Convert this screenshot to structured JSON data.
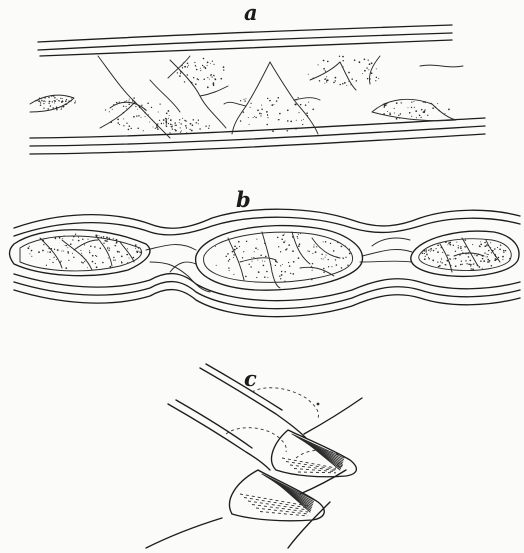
{
  "figure": {
    "panels": [
      {
        "id": "a",
        "label": "a"
      },
      {
        "id": "b",
        "label": "b"
      },
      {
        "id": "c",
        "label": "c"
      }
    ]
  },
  "colors": {
    "ink": "#1d1d1d",
    "paper": "#fbfbfa"
  }
}
